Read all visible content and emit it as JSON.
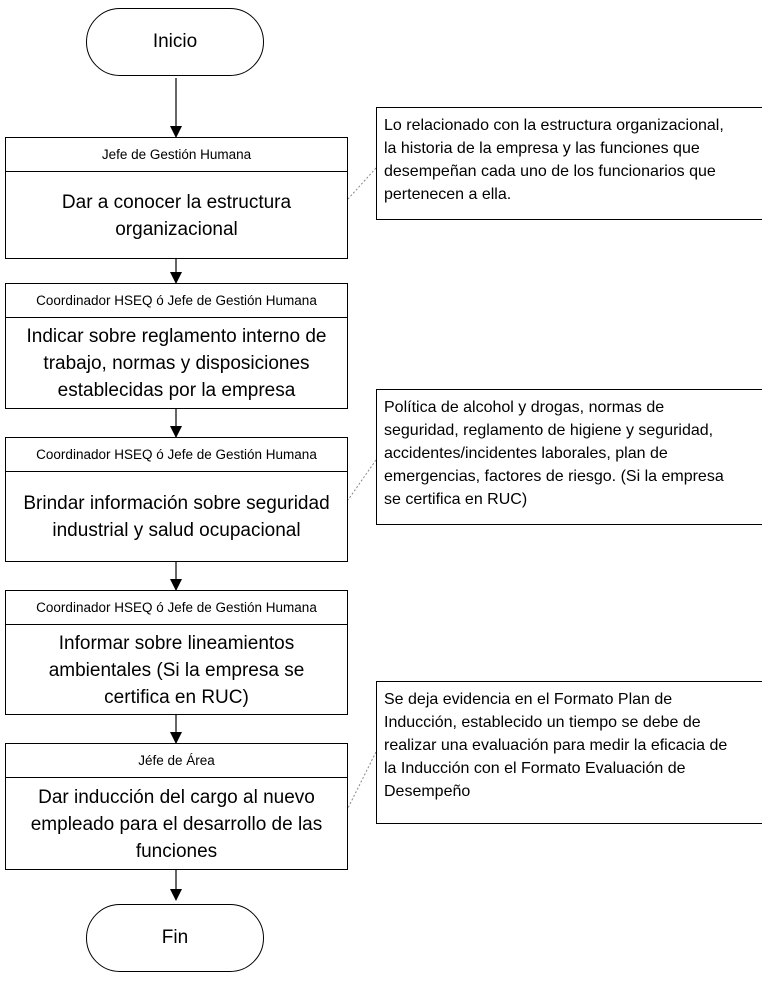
{
  "start": {
    "label": "Inicio"
  },
  "end": {
    "label": "Fin"
  },
  "steps": [
    {
      "role": "Jefe de Gestión Humana",
      "action": "Dar a conocer la estructura organizacional"
    },
    {
      "role": "Coordinador HSEQ ó Jefe de Gestión Humana",
      "action": "Indicar sobre reglamento interno de trabajo, normas y disposiciones establecidas por la empresa"
    },
    {
      "role": "Coordinador HSEQ ó Jefe de Gestión Humana",
      "action": "Brindar información sobre seguridad industrial y salud ocupacional"
    },
    {
      "role": "Coordinador HSEQ ó Jefe de Gestión Humana",
      "action": "Informar sobre lineamientos ambientales (Si la empresa se certifica en RUC)"
    },
    {
      "role": "Jéfe de Área",
      "action": "Dar inducción del cargo al nuevo empleado para el desarrollo de las funciones"
    }
  ],
  "notes": [
    "Lo relacionado con la estructura organizacional,\nla historia de la empresa y las funciones que\ndesempeñan cada uno de los funcionarios que\npertenecen a ella.",
    "Política de alcohol y drogas, normas de\nseguridad, reglamento de higiene y seguridad,\naccidentes/incidentes laborales, plan de\nemergencias, factores de riesgo. (Si la empresa\nse certifica en RUC)",
    "Se deja evidencia en el Formato Plan de\nInducción, establecido un tiempo se debe de\nrealizar una evaluación para medir la eficacia de\nla Inducción con el Formato Evaluación de\nDesempeño"
  ]
}
